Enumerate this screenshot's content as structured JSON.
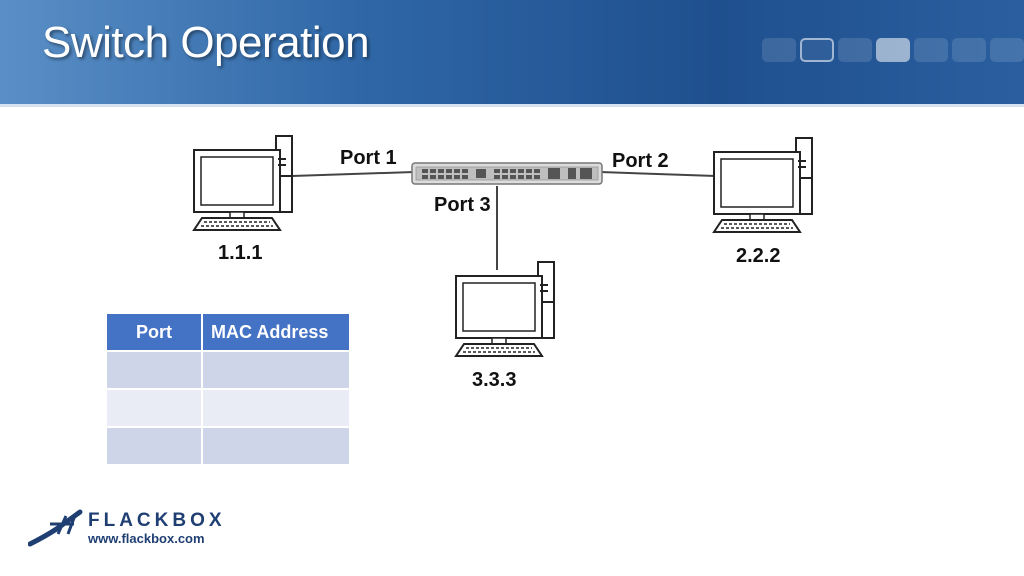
{
  "header": {
    "title": "Switch Operation"
  },
  "diagram": {
    "ports": [
      {
        "id": "port1",
        "label": "Port 1"
      },
      {
        "id": "port2",
        "label": "Port 2"
      },
      {
        "id": "port3",
        "label": "Port 3"
      }
    ],
    "hosts": [
      {
        "id": "host-left",
        "address": "1.1.1"
      },
      {
        "id": "host-right",
        "address": "2.2.2"
      },
      {
        "id": "host-bottom",
        "address": "3.3.3"
      }
    ]
  },
  "mac_table": {
    "headers": [
      "Port",
      "MAC Address"
    ],
    "rows": [
      [
        "",
        ""
      ],
      [
        "",
        ""
      ],
      [
        "",
        ""
      ]
    ]
  },
  "logo": {
    "name": "FLACKBOX",
    "url": "www.flackbox.com"
  },
  "colors": {
    "banner": "#1f4f8e",
    "table_header": "#4472c4",
    "table_row_odd": "#cfd5e8",
    "table_row_even": "#e9ebf5"
  }
}
